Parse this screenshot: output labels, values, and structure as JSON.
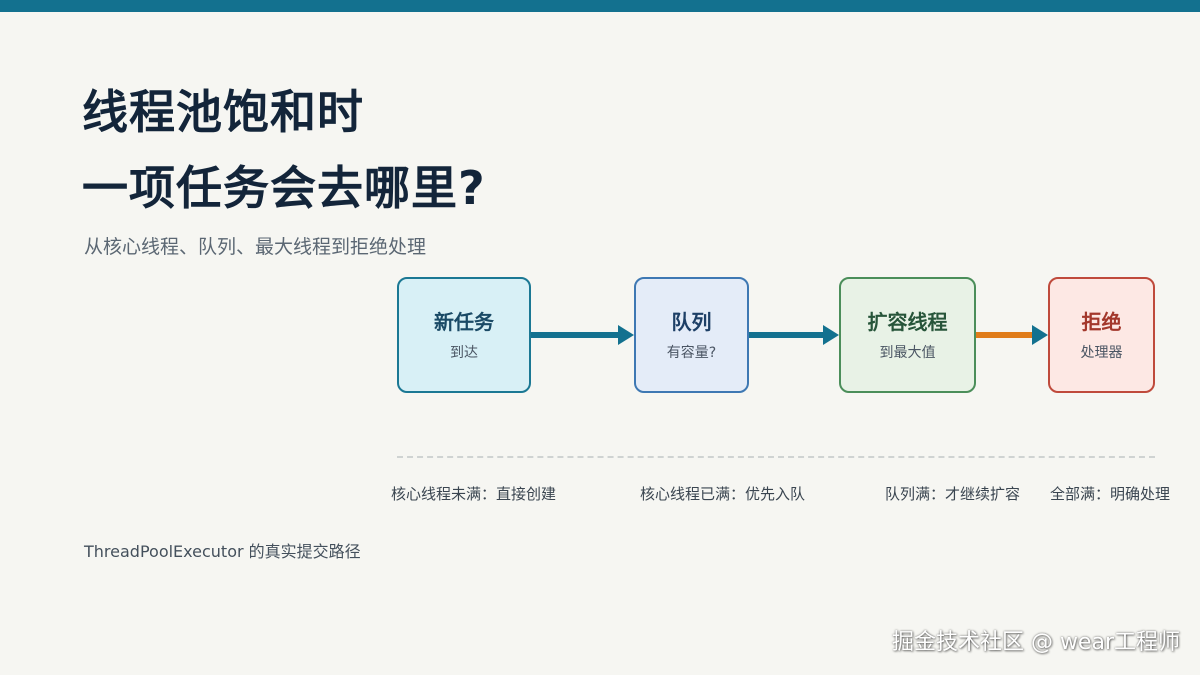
{
  "title": {
    "line1": "线程池饱和时",
    "line2": "一项任务会去哪里?"
  },
  "subtitle": "从核心线程、队列、最大线程到拒绝处理",
  "flow": {
    "steps": [
      {
        "title": "新任务",
        "sub": "到达"
      },
      {
        "title": "队列",
        "sub": "有容量?"
      },
      {
        "title": "扩容线程",
        "sub": "到最大值"
      },
      {
        "title": "拒绝",
        "sub": "处理器"
      }
    ],
    "notes": [
      "核心线程未满：直接创建",
      "核心线程已满：优先入队",
      "队列满：才继续扩容",
      "全部满：明确处理"
    ]
  },
  "caption": "ThreadPoolExecutor 的真实提交路径",
  "watermark": "掘金技术社区 @ wear工程师",
  "colors": {
    "accent": "#13718f",
    "reject_arrow": "#e07c1a",
    "reject_border": "#bf4a3c"
  }
}
